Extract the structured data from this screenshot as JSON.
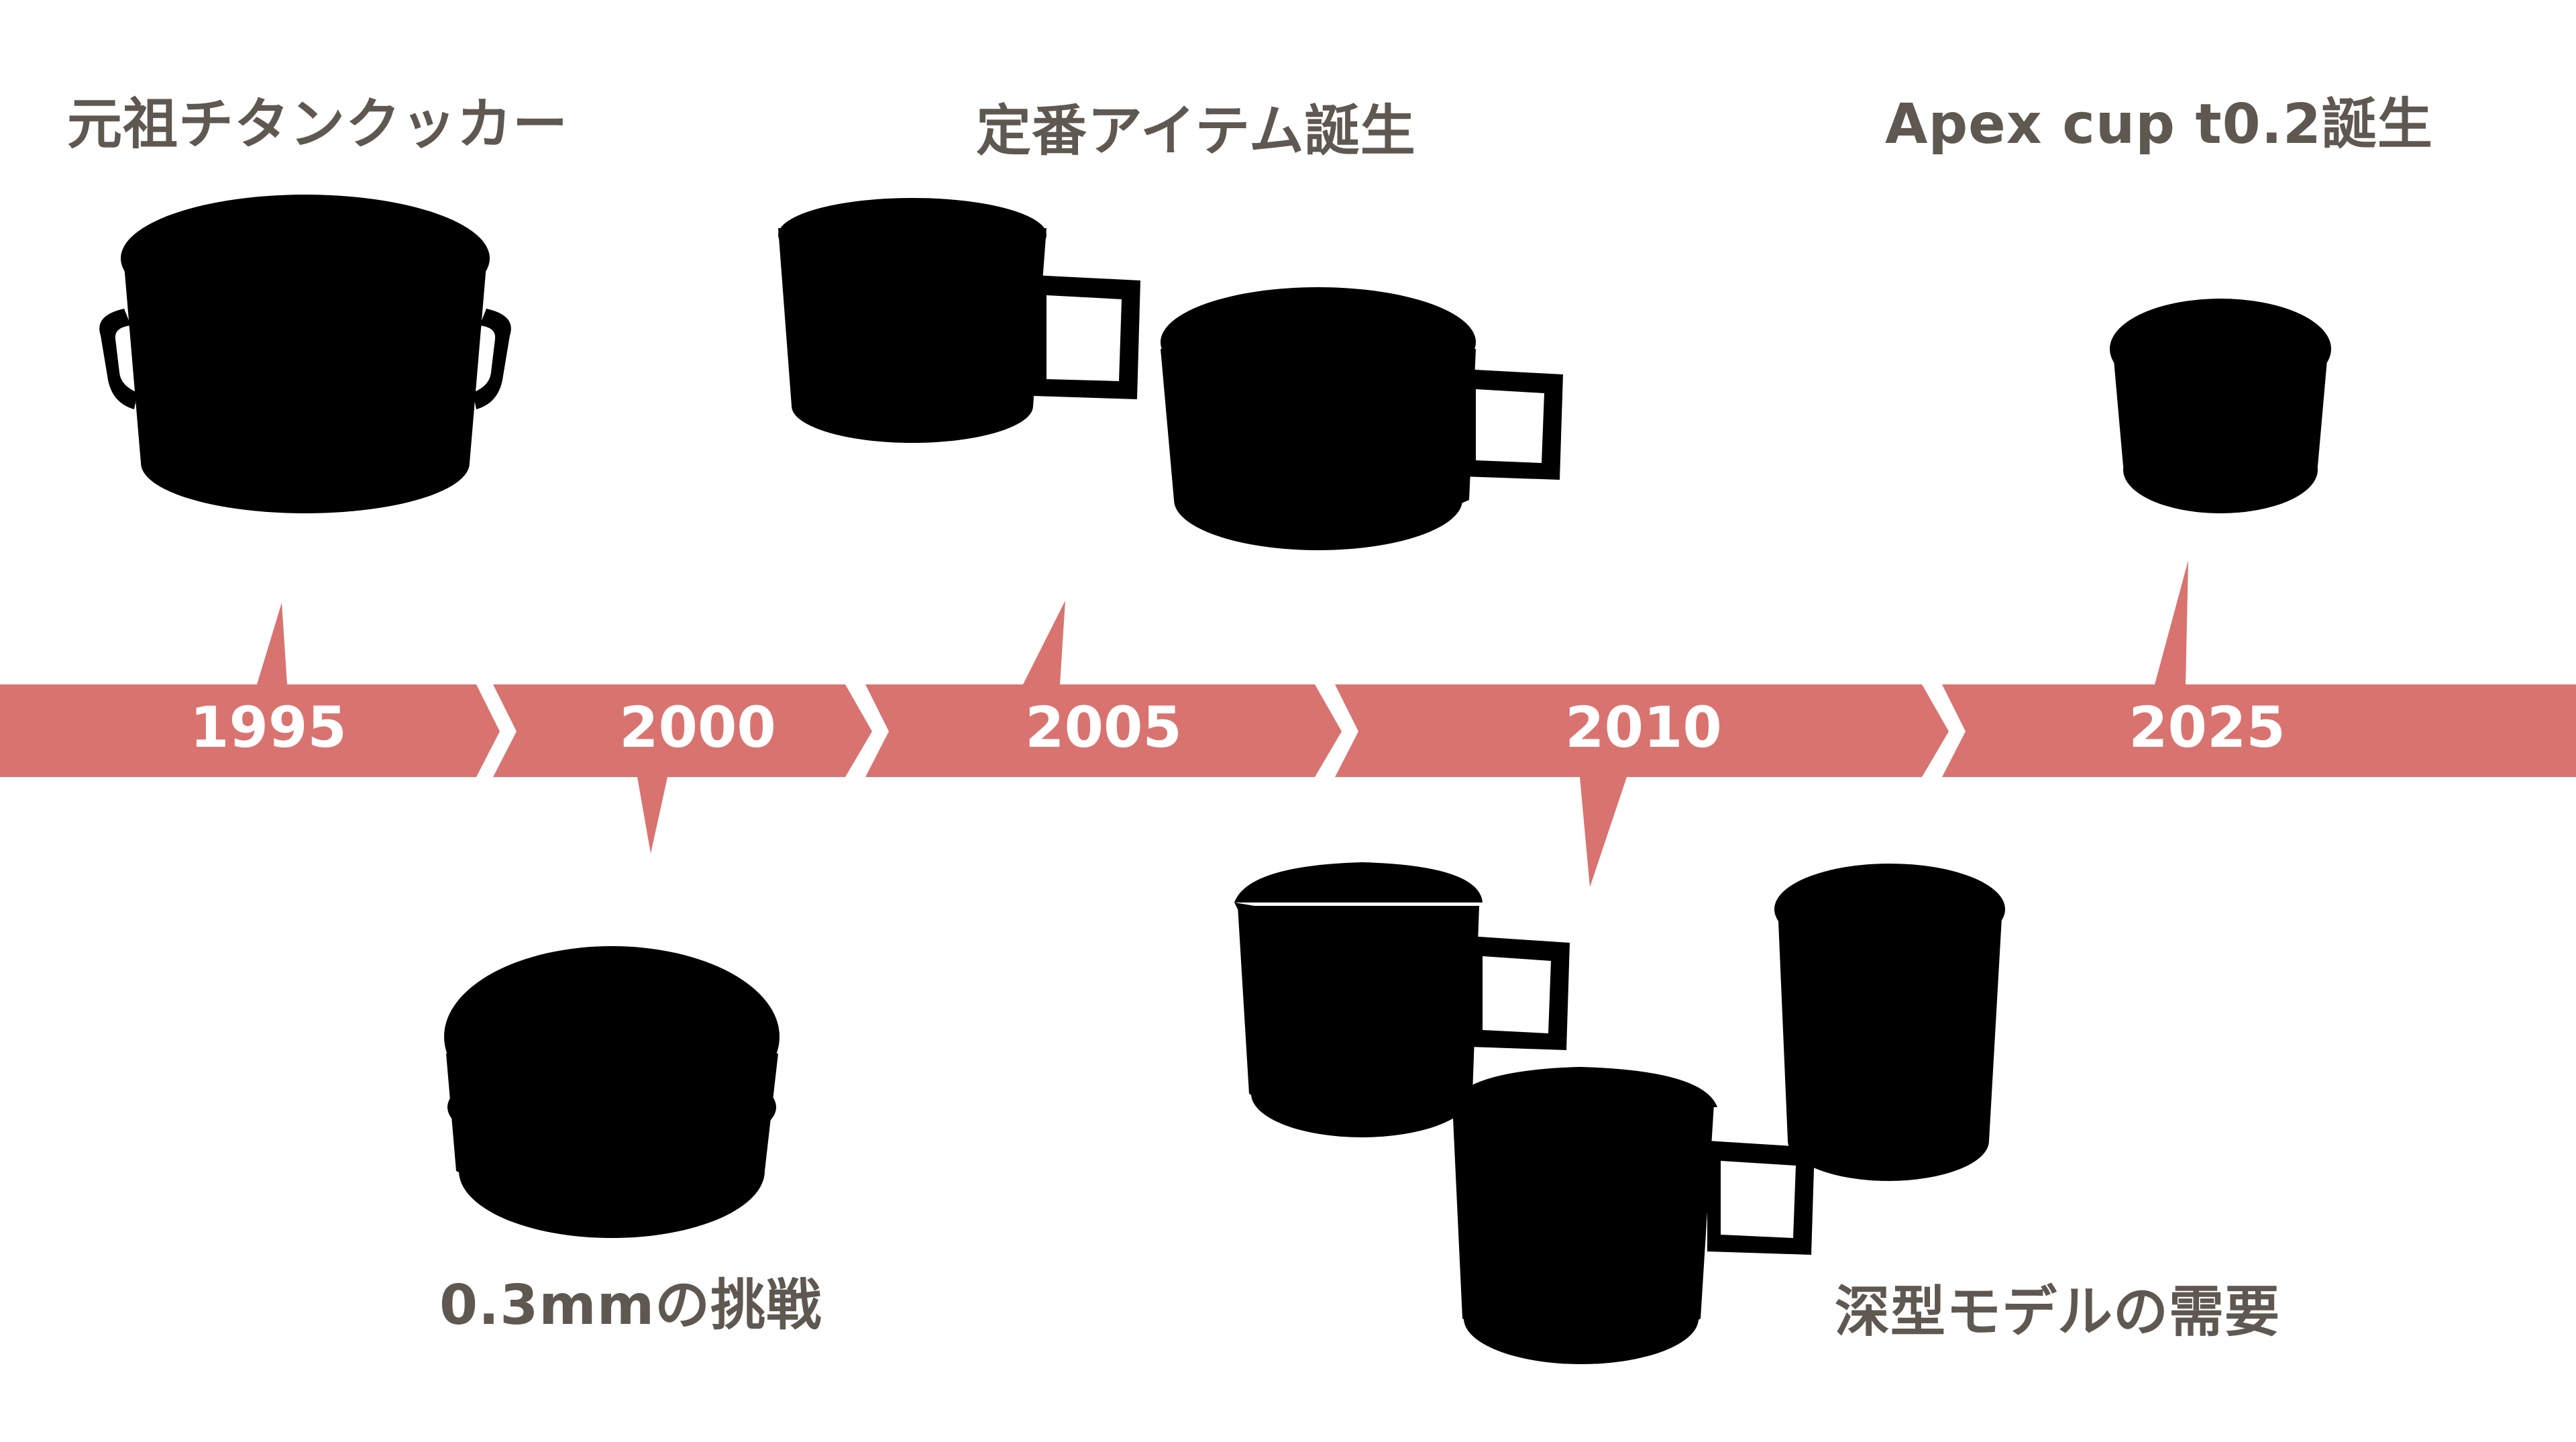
{
  "theme": {
    "band_color": "#d97370",
    "year_text_color": "#ffffff",
    "label_color": "#5f5851",
    "silhouette_color": "#000000"
  },
  "timeline": {
    "years": [
      "1995",
      "2000",
      "2005",
      "2010",
      "2025"
    ]
  },
  "milestones": {
    "m1995": {
      "year": "1995",
      "label": "元祖チタンクッカー",
      "icon": "titanium-pot-with-handles-icon"
    },
    "m2000": {
      "year": "2000",
      "label": "0.3mmの挑戦",
      "icon": "stacked-pot-icon"
    },
    "m2005": {
      "year": "2005",
      "label": "定番アイテム誕生",
      "icon": "titanium-mug-icon"
    },
    "m2010": {
      "year": "2010",
      "label": "深型モデルの需要",
      "icon": "deep-mug-icon"
    },
    "m2025": {
      "year": "2025",
      "label": "Apex cup t0.2誕生",
      "icon": "apex-cup-icon"
    }
  }
}
